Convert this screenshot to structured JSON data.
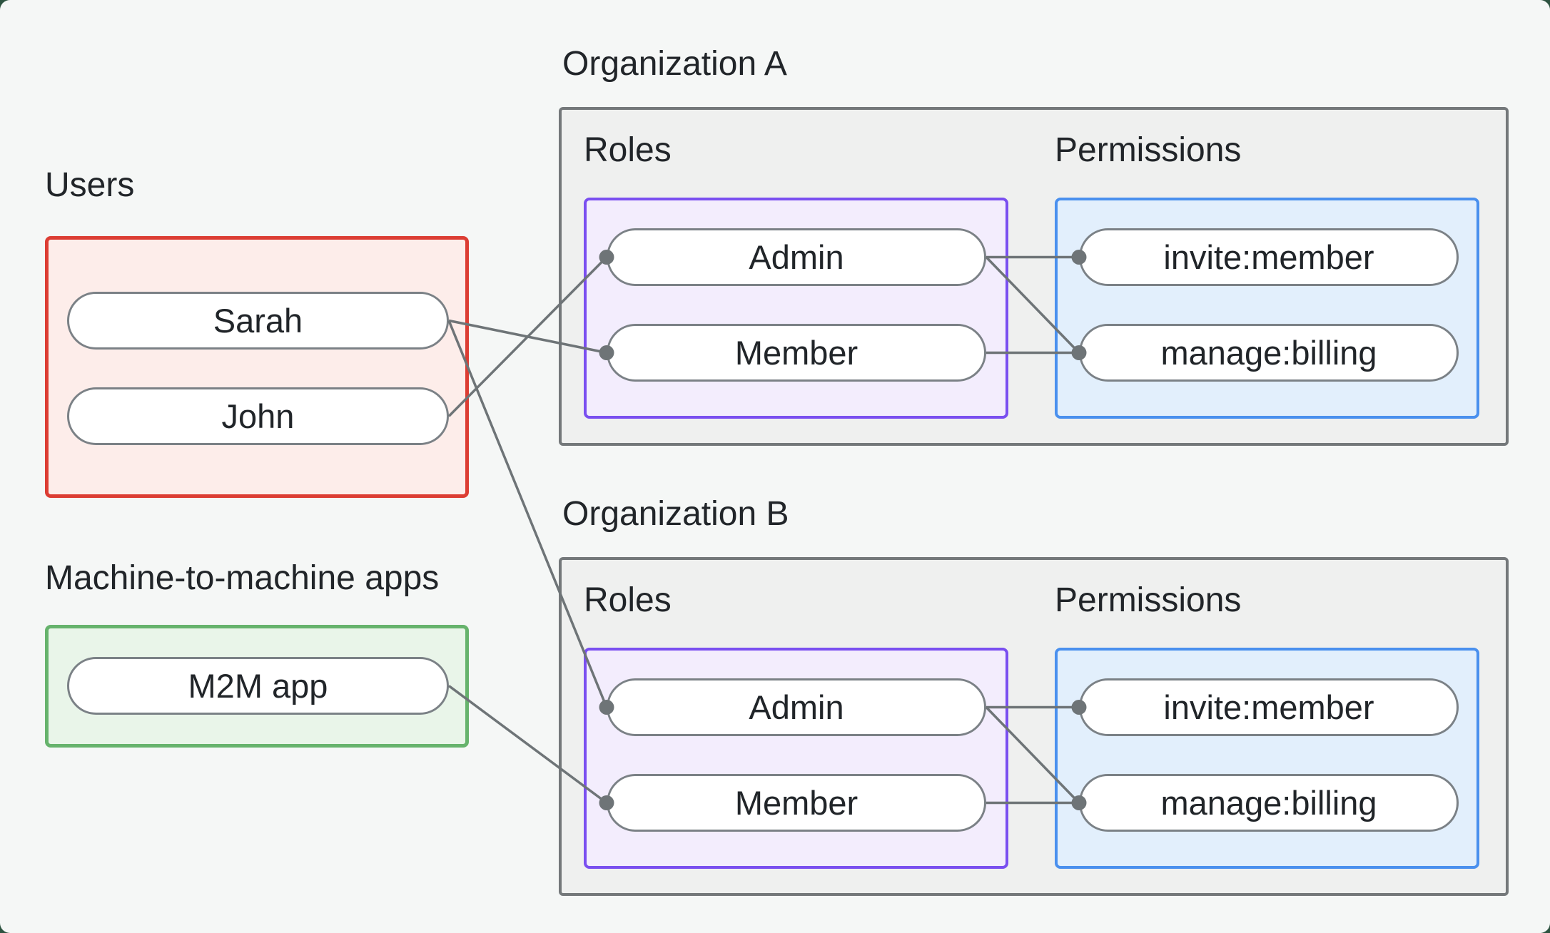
{
  "canvas": {
    "bg": "#f5f7f6",
    "outer_bg": "#2d5340"
  },
  "colors": {
    "canvas_bg": "#f5f7f6",
    "text": "#212529",
    "connector": "#6e7477",
    "pill_bg": "#ffffff",
    "pill_border": "#7b8186",
    "users_border": "#dc3d33",
    "users_bg": "#fdedea",
    "m2m_border": "#66b36c",
    "m2m_bg": "#e9f5e9",
    "org_border": "#74787a",
    "org_bg": "#eff0ef",
    "roles_border": "#7a4ff0",
    "roles_bg": "#f3edfd",
    "permissions_border": "#4a90ee",
    "permissions_bg": "#e2effc"
  },
  "users_group": {
    "label": "Users",
    "items": [
      {
        "id": "sarah",
        "label": "Sarah"
      },
      {
        "id": "john",
        "label": "John"
      }
    ]
  },
  "m2m_group": {
    "label": "Machine-to-machine apps",
    "items": [
      {
        "id": "m2m-app",
        "label": "M2M app"
      }
    ]
  },
  "organizations": [
    {
      "id": "org-a",
      "title": "Organization A",
      "roles_label": "Roles",
      "permissions_label": "Permissions",
      "roles": [
        {
          "id": "admin-a",
          "label": "Admin"
        },
        {
          "id": "member-a",
          "label": "Member"
        }
      ],
      "permissions": [
        {
          "id": "invite-a",
          "label": "invite:member"
        },
        {
          "id": "manage-a",
          "label": "manage:billing"
        }
      ]
    },
    {
      "id": "org-b",
      "title": "Organization B",
      "roles_label": "Roles",
      "permissions_label": "Permissions",
      "roles": [
        {
          "id": "admin-b",
          "label": "Admin"
        },
        {
          "id": "member-b",
          "label": "Member"
        }
      ],
      "permissions": [
        {
          "id": "invite-b",
          "label": "invite:member"
        },
        {
          "id": "manage-b",
          "label": "manage:billing"
        }
      ]
    }
  ],
  "connections": [
    {
      "from": "john",
      "to": "admin-a"
    },
    {
      "from": "sarah",
      "to": "member-a"
    },
    {
      "from": "sarah",
      "to": "admin-b"
    },
    {
      "from": "m2m-app",
      "to": "member-b"
    },
    {
      "from": "admin-a",
      "to": "invite-a"
    },
    {
      "from": "admin-a",
      "to": "manage-a"
    },
    {
      "from": "member-a",
      "to": "manage-a"
    },
    {
      "from": "admin-b",
      "to": "invite-b"
    },
    {
      "from": "admin-b",
      "to": "manage-b"
    },
    {
      "from": "member-b",
      "to": "manage-b"
    }
  ],
  "connector_style": {
    "line_width": 3.5,
    "dot_radius": 10.5
  }
}
